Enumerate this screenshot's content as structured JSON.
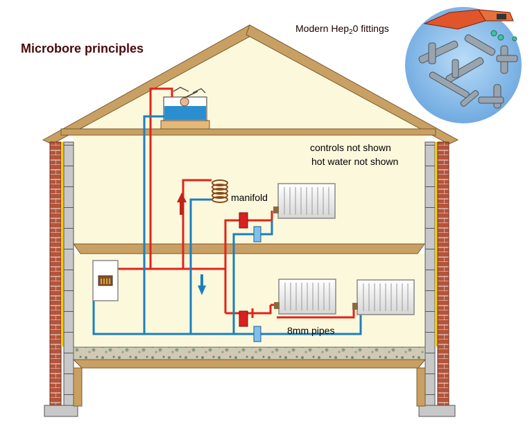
{
  "diagram": {
    "title": "Microbore principles",
    "fittings_label": {
      "prefix": "Modern Hep",
      "subscript": "2",
      "suffix": "0 fittings"
    },
    "notes": [
      "controls not shown",
      "hot water not shown"
    ],
    "labels": {
      "manifold": "manifold",
      "pipes": "8mm pipes"
    }
  },
  "colors": {
    "flow_pipe": "#e2231a",
    "return_pipe": "#1a7fbf",
    "wall_fill": "#fcf8dc",
    "roof_timber": "#c9a063",
    "brick": "#b5543a",
    "block": "#c8c8c8",
    "floor_concrete": "#c8c4b0",
    "fittings_circle": "#7fb7e6",
    "title": "#4a0a0a"
  }
}
